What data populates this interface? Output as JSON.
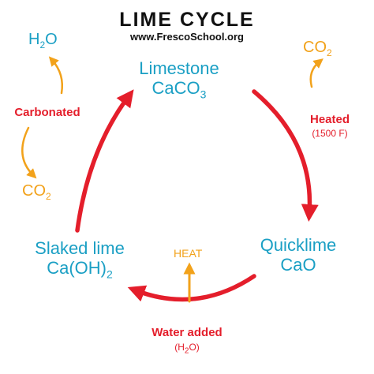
{
  "title": "LIME CYCLE",
  "website": "www.FrescoSchool.org",
  "stages": {
    "limestone": {
      "name": "Limestone",
      "formula_main": "CaCO",
      "formula_sub": "3"
    },
    "quicklime": {
      "name": "Quicklime",
      "formula": "CaO"
    },
    "slaked_lime": {
      "name": "Slaked lime",
      "formula_main": "Ca(OH)",
      "formula_sub": "2"
    }
  },
  "steps": {
    "heated": {
      "label": "Heated",
      "detail": "(1500 F)"
    },
    "water_added": {
      "label": "Water added",
      "detail_main": "(H",
      "detail_sub": "2",
      "detail_end": "O)"
    },
    "carbonated": {
      "label": "Carbonated"
    }
  },
  "side_products": {
    "co2_heated": {
      "main": "CO",
      "sub": "2"
    },
    "h2o_carbonated": {
      "main": "H",
      "sub": "2",
      "end": "O"
    },
    "co2_carbonated": {
      "main": "CO",
      "sub": "2"
    },
    "heat_release": "HEAT"
  },
  "colors": {
    "cycle_arrow": "#e41e2b",
    "side_arrow": "#f2a21b",
    "stage_text": "#1a9fc4",
    "title_text": "#111111"
  }
}
